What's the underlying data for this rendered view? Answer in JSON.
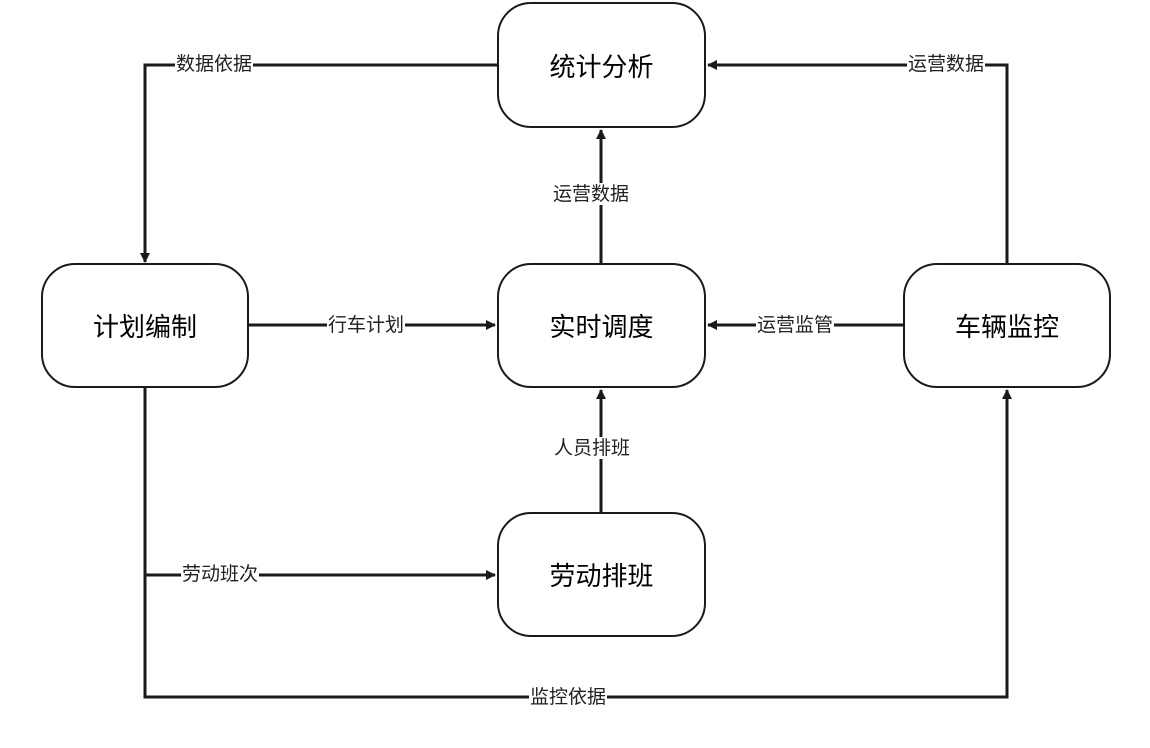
{
  "nodes": {
    "stats": "统计分析",
    "planning": "计划编制",
    "dispatch": "实时调度",
    "monitor": "车辆监控",
    "labor": "劳动排班"
  },
  "edges": {
    "stats_to_planning": "数据依据",
    "monitor_to_stats": "运营数据",
    "dispatch_to_stats": "运营数据",
    "planning_to_dispatch": "行车计划",
    "monitor_to_dispatch": "运营监管",
    "labor_to_dispatch": "人员排班",
    "planning_to_labor": "劳动班次",
    "planning_to_monitor": "监控依据"
  },
  "colors": {
    "stroke": "#1a1a1a",
    "background": "#ffffff"
  }
}
